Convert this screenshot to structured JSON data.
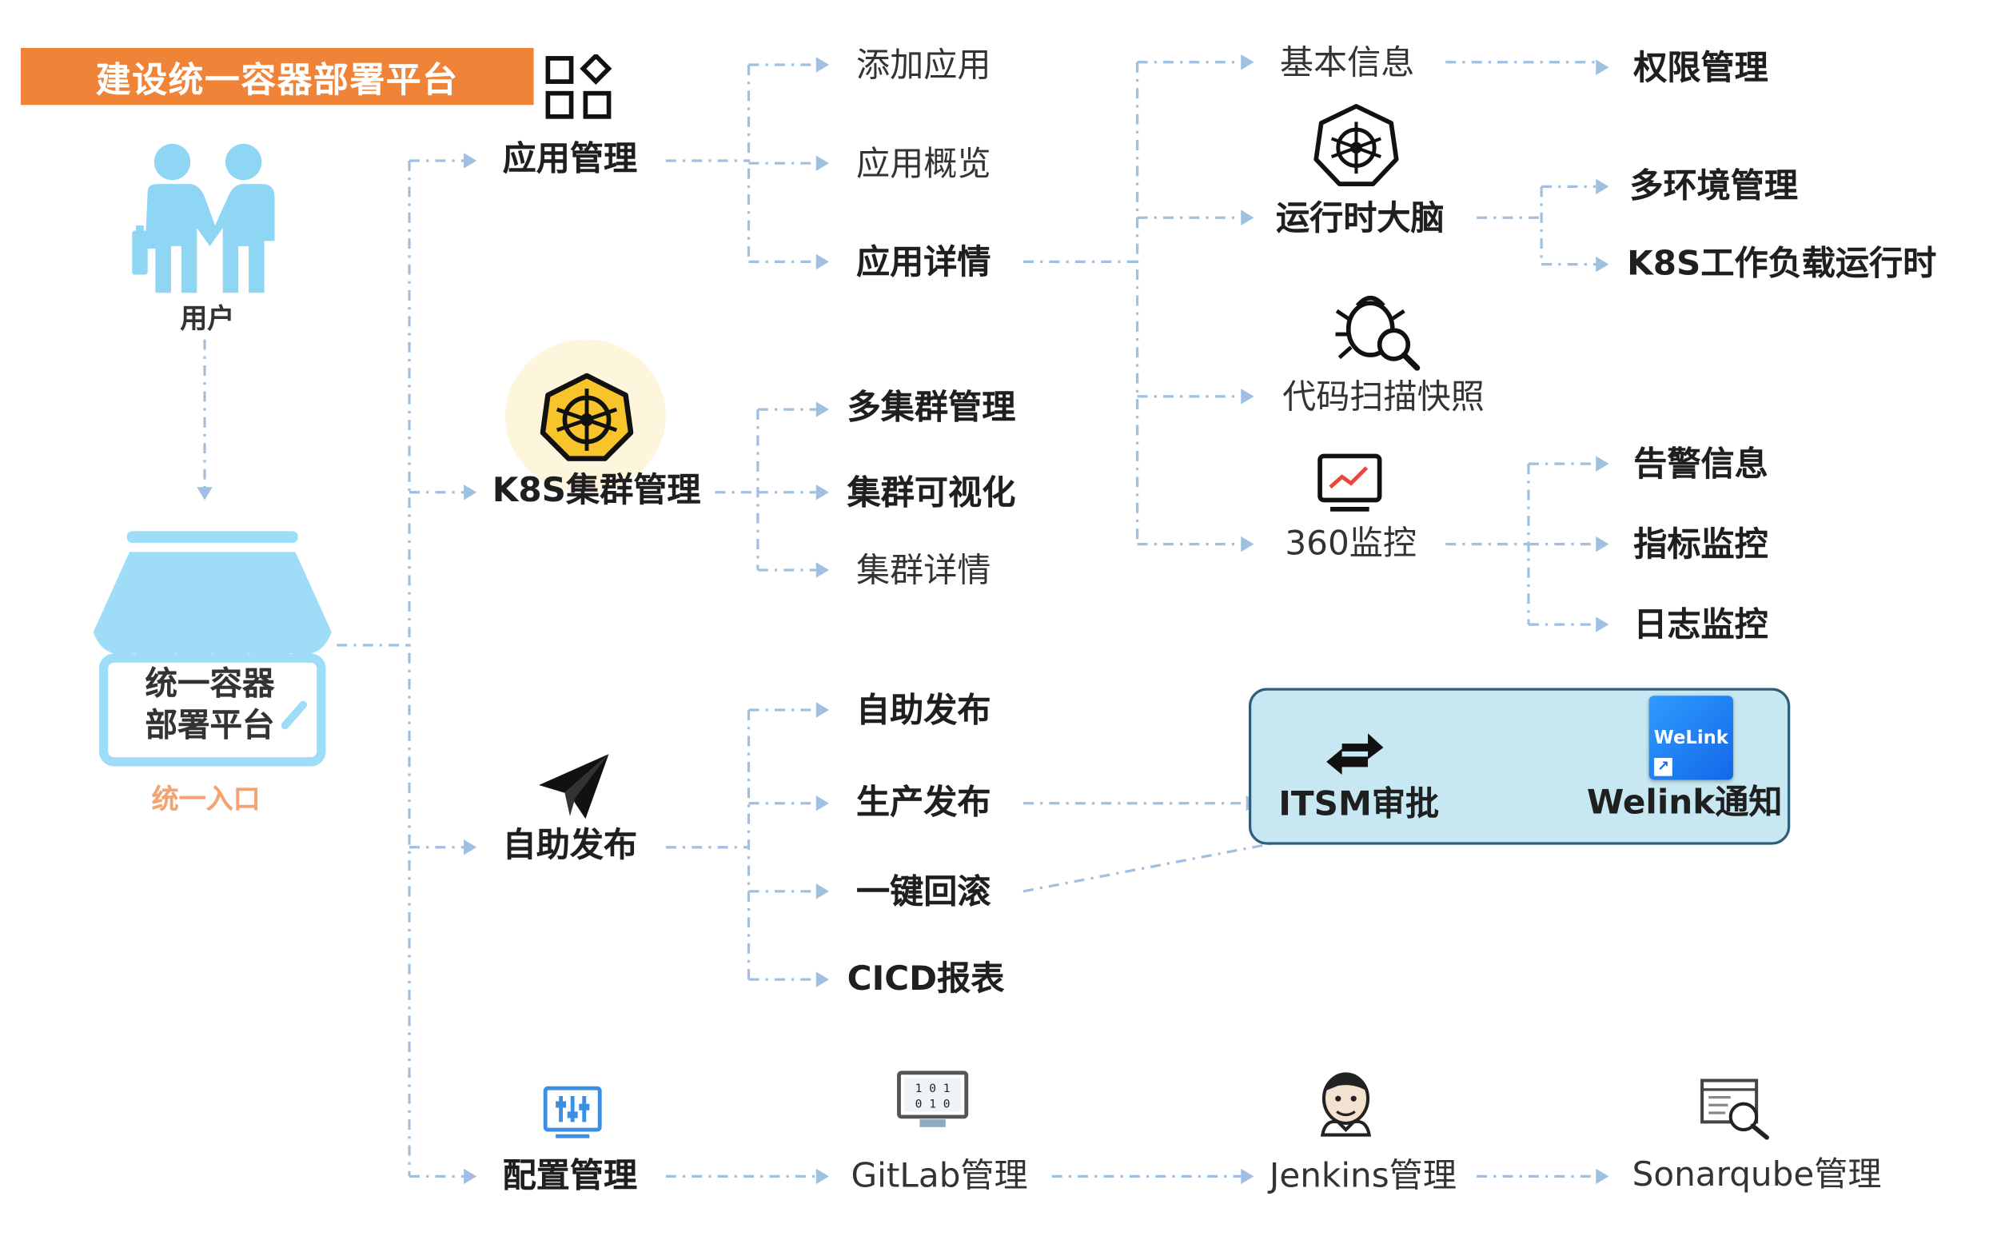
{
  "title": "建设统一容器部署平台",
  "user": {
    "label": "用户"
  },
  "platform": {
    "line1": "统一容器",
    "line2": "部署平台",
    "entry": "统一入口"
  },
  "col1": {
    "app_mgmt": "应用管理",
    "k8s_mgmt": "K8S集群管理",
    "self_release": "自助发布",
    "config_mgmt": "配置管理"
  },
  "app_children": {
    "add_app": "添加应用",
    "app_overview": "应用概览",
    "app_detail": "应用详情"
  },
  "detail_children": {
    "basic_info": "基本信息",
    "runtime_brain": "运行时大脑",
    "code_scan": "代码扫描快照",
    "monitor_360": "360监控"
  },
  "basic_children": {
    "permission": "权限管理"
  },
  "runtime_children": {
    "multi_env": "多环境管理",
    "k8s_workload": "K8S工作负载运行时"
  },
  "monitor_children": {
    "alert_info": "告警信息",
    "metric_monitor": "指标监控",
    "log_monitor": "日志监控"
  },
  "k8s_children": {
    "multi_cluster": "多集群管理",
    "cluster_visual": "集群可视化",
    "cluster_detail": "集群详情"
  },
  "release_children": {
    "self_publish": "自助发布",
    "prod_publish": "生产发布",
    "rollback": "一键回滚",
    "cicd_report": "CICD报表"
  },
  "approval": {
    "itsm": "ITSM审批",
    "welink": "Welink通知",
    "welink_logo": "WeLink"
  },
  "config_children": {
    "gitlab": "GitLab管理",
    "jenkins": "Jenkins管理",
    "sonarqube": "Sonarqube管理"
  },
  "colors": {
    "banner": "#ef8338",
    "line": "#9fc0e0",
    "people": "#8fd6f5",
    "store": "#9fdcf8",
    "k8s_yellow": "#f7c52b",
    "itsm_box": "#c7e8f2",
    "entry_text": "#f3a372"
  }
}
